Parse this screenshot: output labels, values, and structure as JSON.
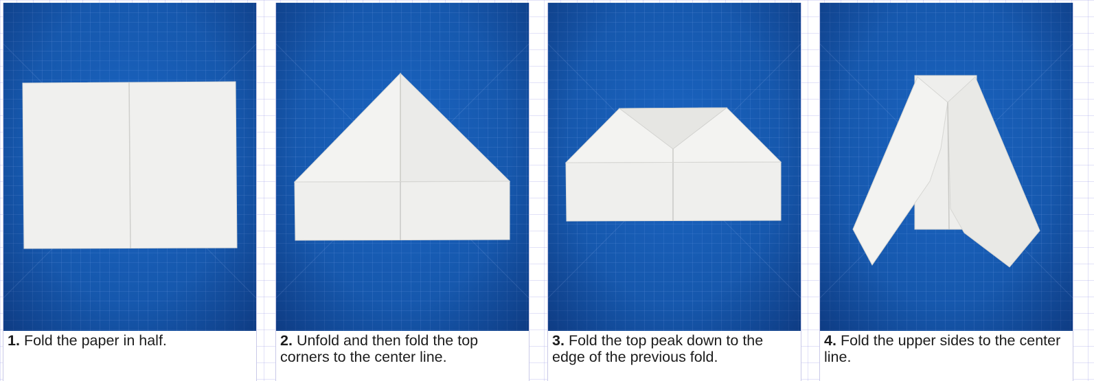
{
  "steps": [
    {
      "num": "1.",
      "text": "Fold the paper in half.",
      "image": "paper-folded-in-half"
    },
    {
      "num": "2.",
      "text": "Unfold and then fold the top corners to the center line.",
      "image": "top-corners-folded"
    },
    {
      "num": "3.",
      "text": "Fold the top peak down to the edge of the previous fold.",
      "image": "peak-folded-down"
    },
    {
      "num": "4.",
      "text": "Fold the upper sides to the center line.",
      "image": "upper-sides-folded"
    }
  ],
  "colors": {
    "mat": "#1658ad",
    "paper": "#f1f1ef",
    "caption_text": "#1c1c1c"
  }
}
